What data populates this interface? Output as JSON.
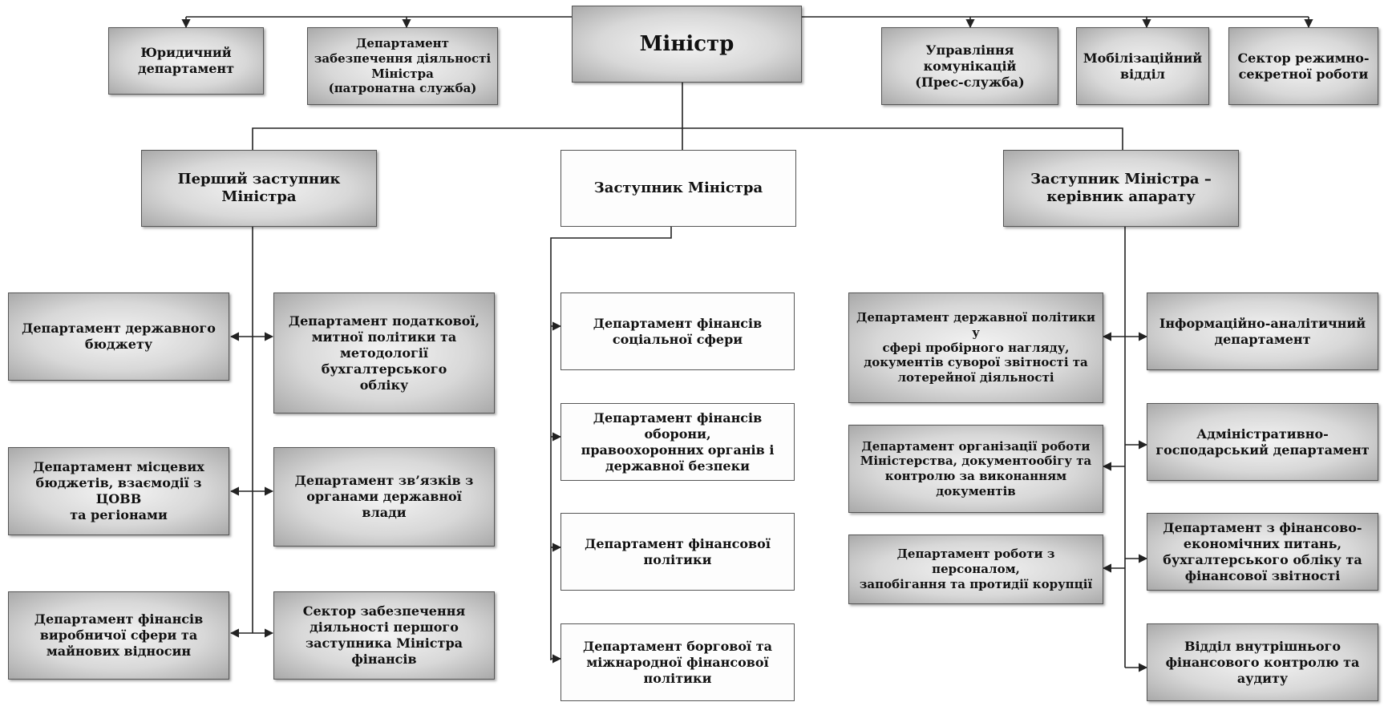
{
  "minister": "Міністр",
  "top_units": {
    "legal": "Юридичний\nдепартамент",
    "support": "Департамент\nзабезпечення діяльності\nМіністра\n(патронатна служба)",
    "communications": "Управління\nкомунікацій\n(Прес-служба)",
    "mobilization": "Мобілізаційний\nвідділ",
    "secret": "Сектор режимно-\nсекретної роботи"
  },
  "deputies": {
    "first": "Перший заступник\nМіністра",
    "deputy": "Заступник Міністра",
    "chief_of_staff": "Заступник Міністра –\nкерівник апарату"
  },
  "first_deputy_units": {
    "state_budget": "Департамент державного\nбюджету",
    "tax_policy": "Департамент податкової,\nмитної політики та\nметодології бухгалтерського\nобліку",
    "local_budgets": "Департамент місцевих\nбюджетів, взаємодії з ЦОВВ\nта регіонами",
    "govt_relations": "Департамент зв’язків з\nорганами державної\nвлади",
    "production_finance": "Департамент фінансів\nвиробничої сфери та\nмайнових відносин",
    "first_deputy_support": "Сектор забезпечення\nдіяльності першого\nзаступника Міністра фінансів"
  },
  "deputy_units": {
    "social_finance": "Департамент фінансів\nсоціальної сфери",
    "defense_finance": "Департамент фінансів оборони,\nправоохоронних органів і\nдержавної безпеки",
    "financial_policy": "Департамент фінансової\nполітики",
    "debt_policy": "Департамент боргової та\nміжнародної фінансової\nполітики"
  },
  "chief_of_staff_units": {
    "assay_supervision": "Департамент державної політики у\nсфері пробірного нагляду,\nдокументів суворої звітності  та\nлотерейної діяльності",
    "info_analytics": "Інформаційно-аналітичний\nдепартамент",
    "ministry_operations": "Департамент організації роботи\nМіністерства, документообігу та\nконтролю за виконанням\nдокументів",
    "admin_economic": "Адміністративно-\nгосподарський департамент",
    "personnel": "Департамент роботи з персоналом,\nзапобігання та протидії корупції",
    "fin_econ": "Департамент з фінансово-\nекономічних питань,\nбухгалтерського обліку та\nфінансової звітності",
    "internal_audit": "Відділ внутрішнього\nфінансового контролю та\nаудиту"
  }
}
